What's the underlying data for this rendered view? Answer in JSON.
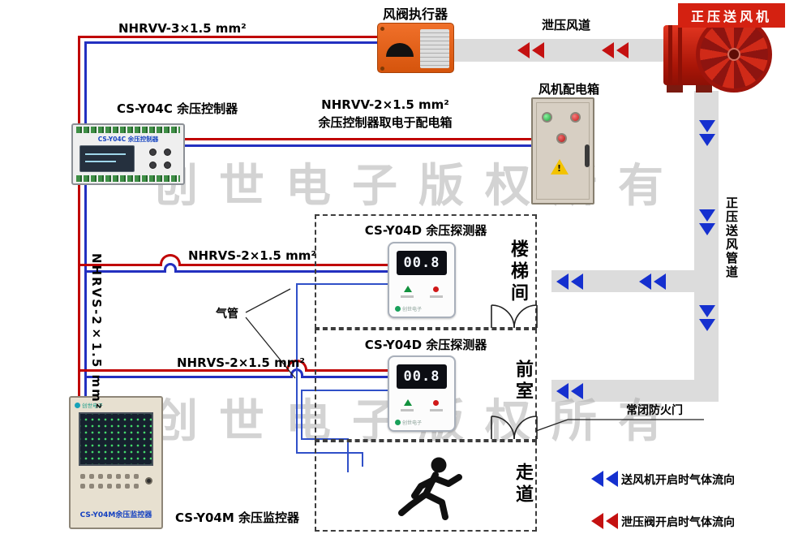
{
  "diagram": {
    "watermark": "创世电子版权所有",
    "labels": {
      "wire_top": "NHRVV-3×1.5 mm²",
      "damper_actuator": "风阀执行器",
      "relief_duct": "泄压风道",
      "supply_fan": "正压送风机",
      "fan_power_box": "风机配电箱",
      "controller": "CS-Y04C 余压控制器",
      "power_wire_line1": "NHRVV-2×1.5 mm²",
      "power_wire_line2": "余压控制器取电于配电箱",
      "detector_title": "CS-Y04D 余压探测器",
      "branch_wire1": "NHRVS-2×1.5 mm²",
      "branch_wire2": "NHRVS-2×1.5 mm²",
      "riser_wire": "NHRVS-2×1.5 mm²",
      "air_tube": "气管",
      "fire_door": "常闭防火门",
      "supply_duct": "正压送风管道",
      "monitor": "CS-Y04M 余压监控器",
      "room_stairwell": "楼梯间",
      "room_front": "前室",
      "room_corridor": "走道"
    },
    "legend": {
      "supply_flow": "送风机开启时气体流向",
      "relief_flow": "泄压阀开启时气体流向"
    },
    "devices": {
      "controller_panel_text": "CS-Y04C 余压控制器",
      "detector1_reading": "00.8",
      "detector2_reading": "00.8",
      "detector_brand": "创世电子",
      "monitor_brand": "创世电子",
      "monitor_panel_text": "CS-Y04M余压监控器"
    },
    "colors": {
      "wire_red": "#c00000",
      "wire_blue": "#2330c0",
      "arrow_red": "#c41111",
      "arrow_blue": "#1530cf",
      "duct_gray": "#dcdcdc"
    }
  }
}
